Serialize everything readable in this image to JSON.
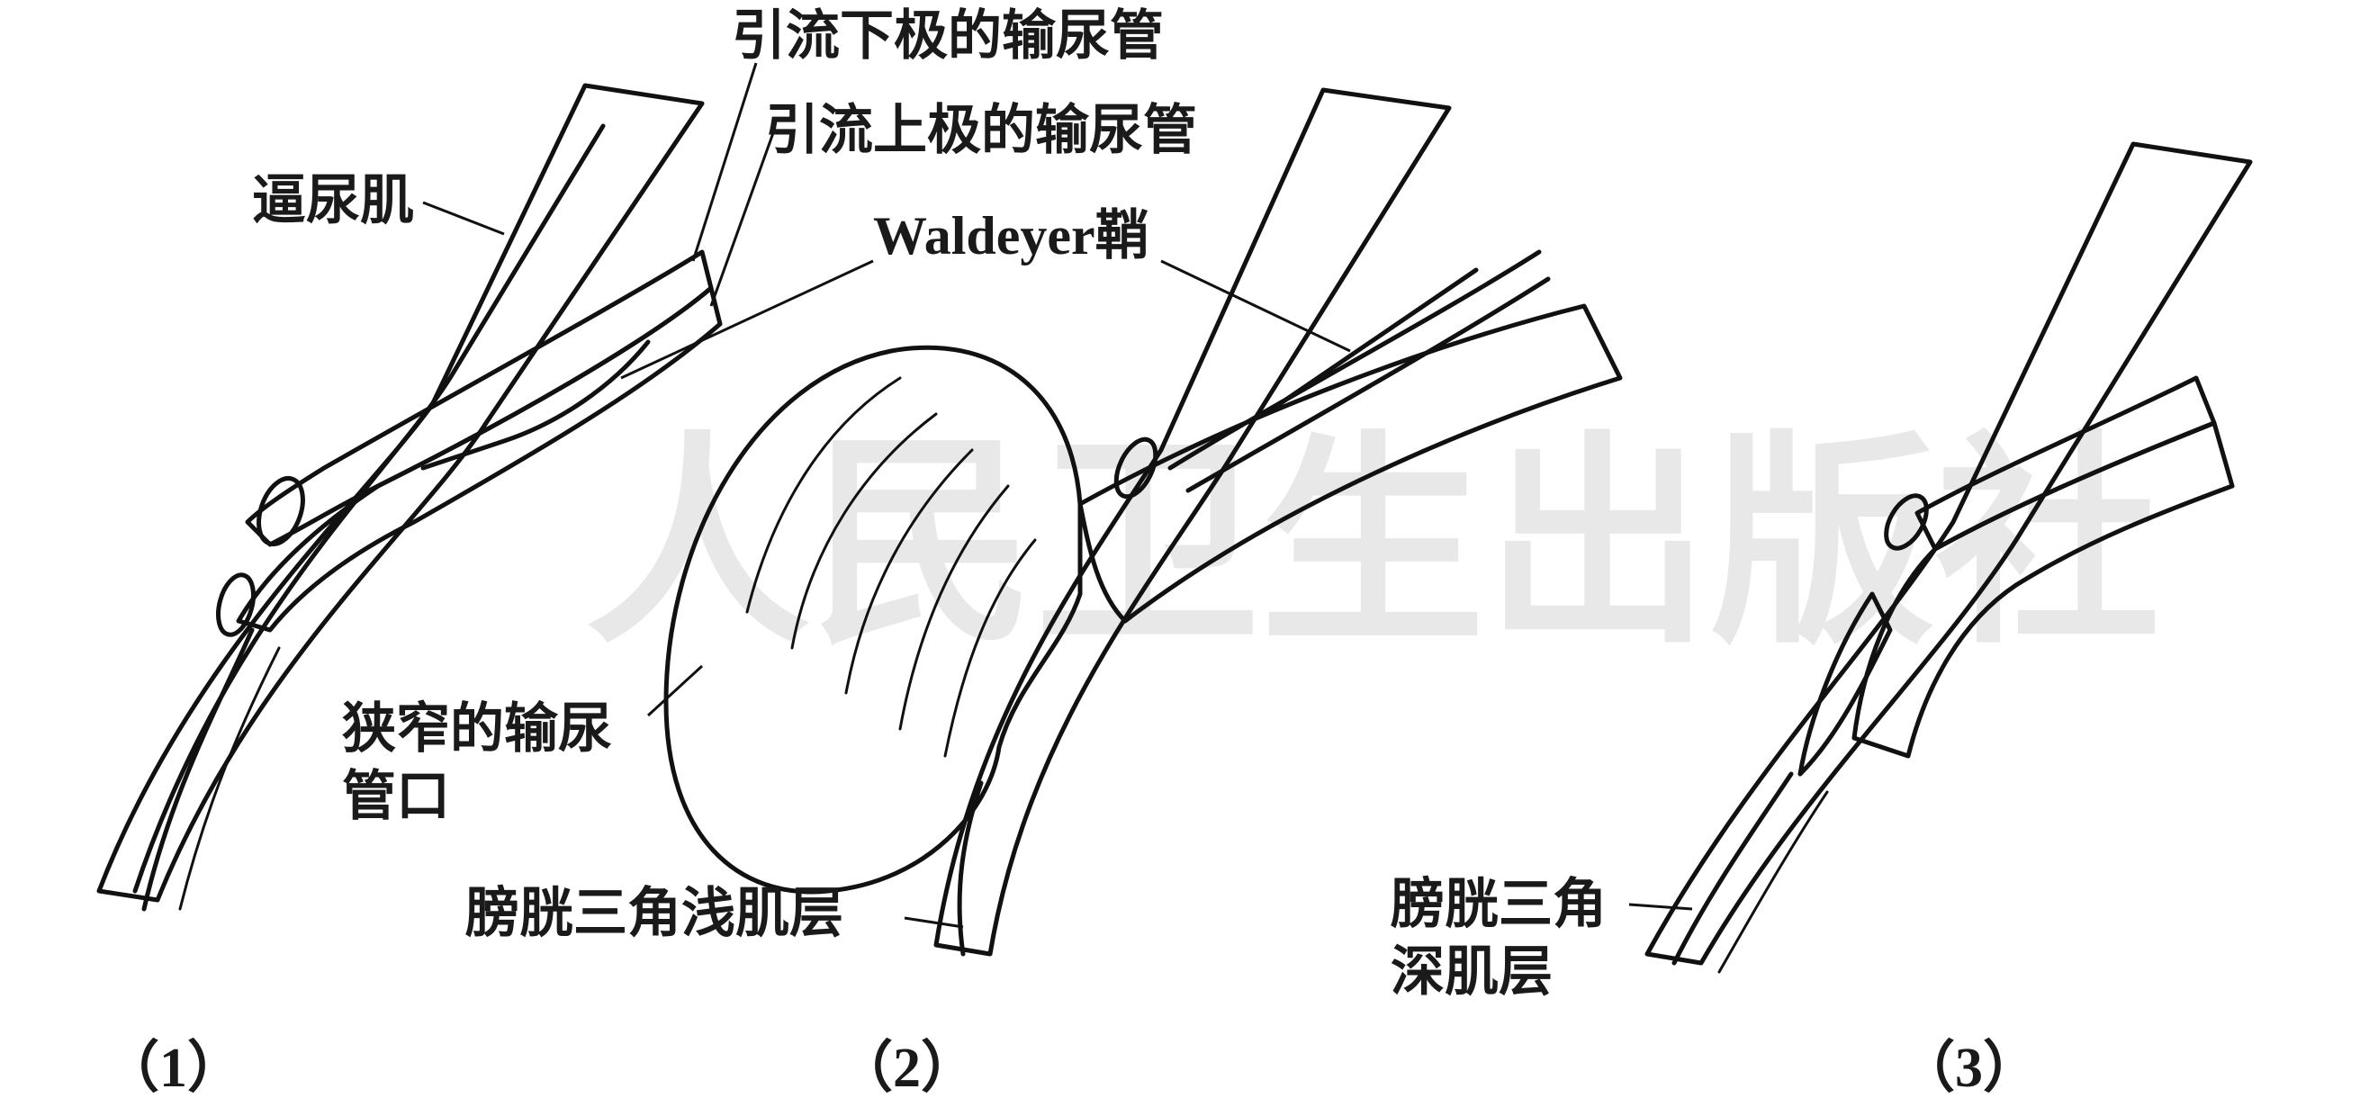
{
  "labels": {
    "detrusor": "逼尿肌",
    "lower_pole_ureter": "引流下极的输尿管",
    "upper_pole_ureter": "引流上极的输尿管",
    "waldeyer_sheath": "Waldeyer鞘",
    "stenotic_orifice_line1": "狭窄的输尿",
    "stenotic_orifice_line2": "管口",
    "superficial_trigone": "膀胱三角浅肌层",
    "deep_trigone_line1": "膀胱三角",
    "deep_trigone_line2": "深肌层"
  },
  "panels": [
    "（1）",
    "（2）",
    "（3）"
  ],
  "watermark": "人民卫生出版社"
}
